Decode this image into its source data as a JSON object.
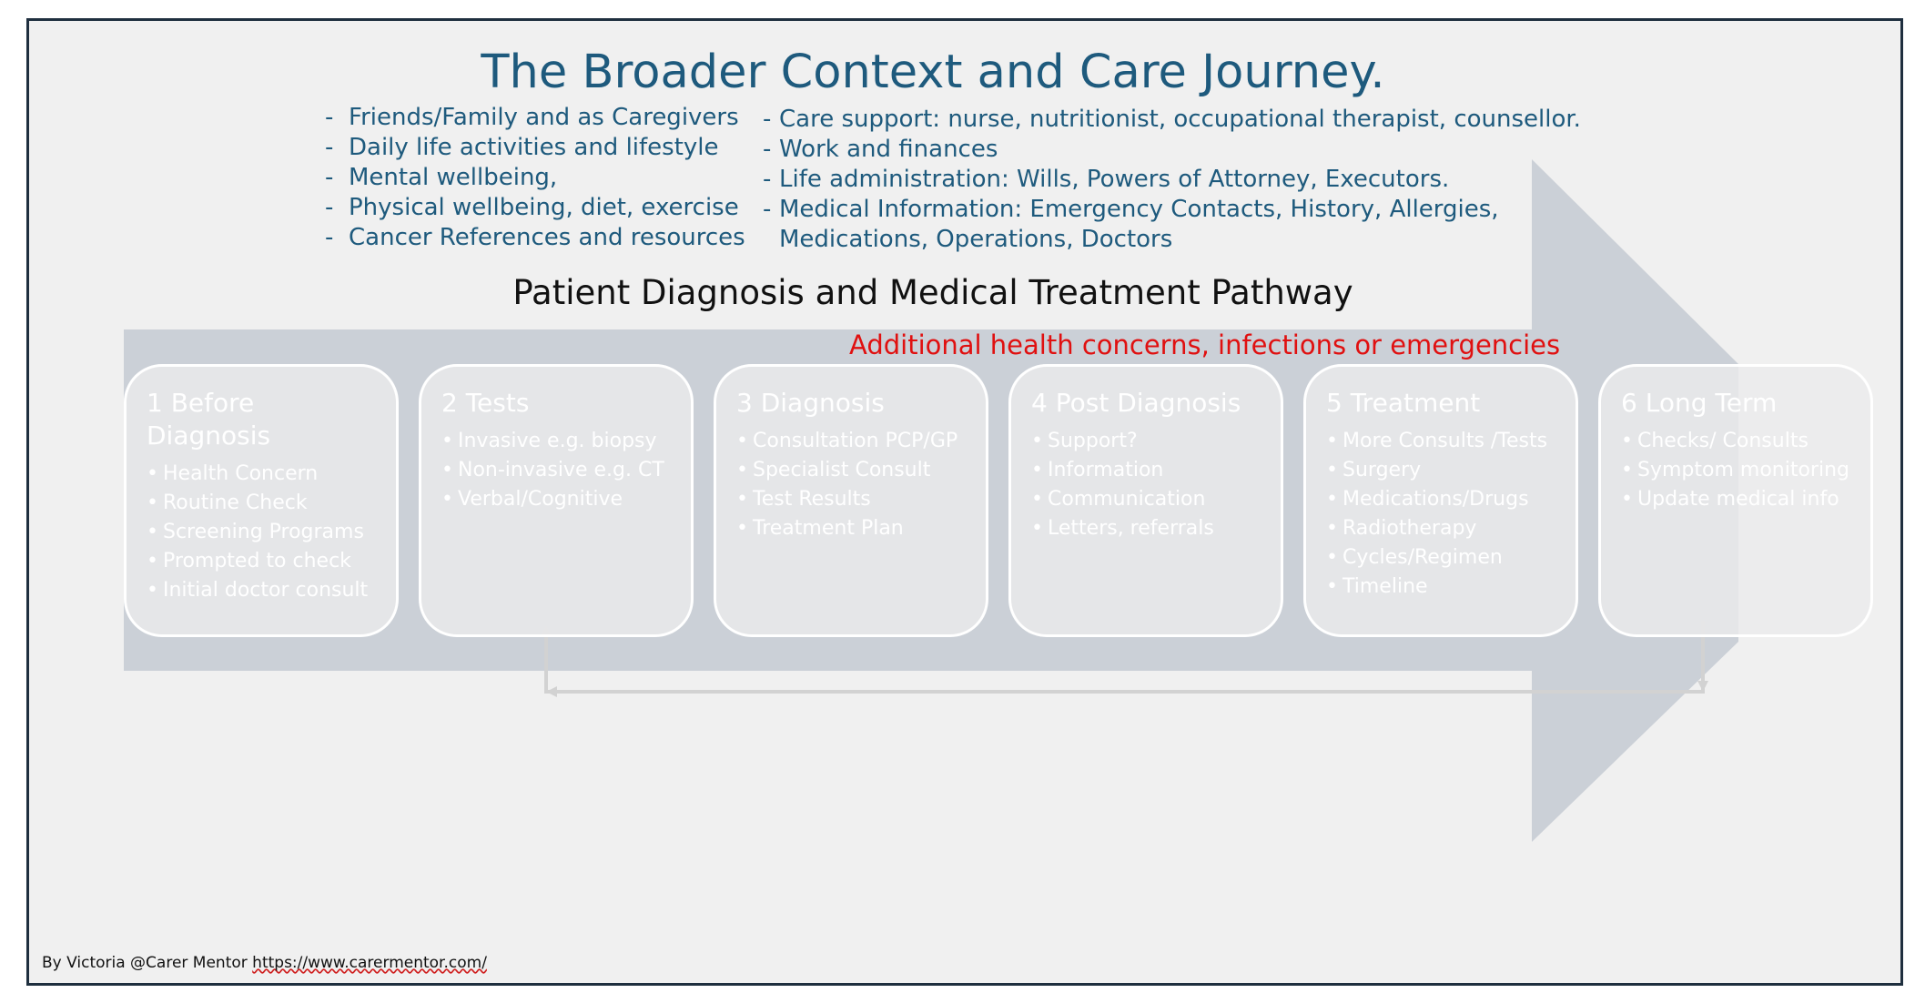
{
  "title": "The Broader Context and Care Journey.",
  "context_left": [
    "Friends/Family and as Caregivers",
    "Daily life activities and lifestyle",
    "Mental wellbeing,",
    "Physical wellbeing, diet, exercise",
    "Cancer References and resources"
  ],
  "context_right": [
    "Care support: nurse, nutritionist, occupational therapist, counsellor.",
    "Work and finances",
    "Life administration: Wills, Powers of Attorney, Executors.",
    "Medical Information: Emergency Contacts, History, Allergies,",
    "Medications, Operations, Doctors"
  ],
  "pathway_title": "Patient Diagnosis and Medical Treatment Pathway",
  "additional_note": "Additional health concerns, infections or emergencies",
  "stages": [
    {
      "title": "1 Before Diagnosis",
      "items": [
        "Health Concern",
        "Routine Check",
        "Screening Programs",
        "Prompted to check",
        "Initial doctor consult"
      ]
    },
    {
      "title": "2 Tests",
      "items": [
        "Invasive e.g. biopsy",
        "Non-invasive e.g. CT",
        "Verbal/Cognitive"
      ]
    },
    {
      "title": "3 Diagnosis",
      "items": [
        "Consultation PCP/GP",
        "Specialist Consult",
        "Test Results",
        "Treatment Plan"
      ]
    },
    {
      "title": "4 Post Diagnosis",
      "items": [
        "Support?",
        "Information",
        "Communication",
        "Letters, referrals"
      ]
    },
    {
      "title": "5 Treatment",
      "items": [
        "More Consults /Tests",
        "Surgery",
        "Medications/Drugs",
        "Radiotherapy",
        "Cycles/Regimen",
        "Timeline"
      ]
    },
    {
      "title": "6 Long Term",
      "items": [
        "Checks/ Consults",
        "Symptom monitoring",
        "Update medical info"
      ]
    }
  ],
  "footer": {
    "text": "By Victoria @Carer Mentor ",
    "url": "https://www.carermentor.com/"
  },
  "colors": {
    "title": "#1e5a7d",
    "note": "#e01010",
    "arrow": "#cbd0d7",
    "slide_bg": "#f0f0f0"
  }
}
